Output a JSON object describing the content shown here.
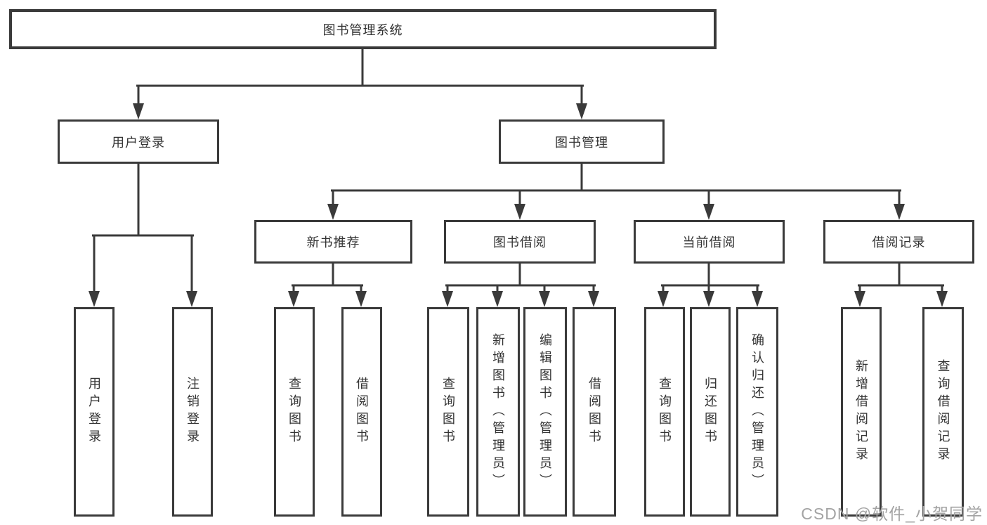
{
  "diagram": {
    "root": {
      "label": "图书管理系统"
    },
    "branches": [
      {
        "label": "用户登录",
        "children": [
          {
            "label": "用户登录"
          },
          {
            "label": "注销登录"
          }
        ]
      },
      {
        "label": "图书管理",
        "children": [
          {
            "label": "新书推荐",
            "children": [
              {
                "label": "查询图书"
              },
              {
                "label": "借阅图书"
              }
            ]
          },
          {
            "label": "图书借阅",
            "children": [
              {
                "label": "查询图书"
              },
              {
                "label": "新增图书（管理员）"
              },
              {
                "label": "编辑图书（管理员）"
              },
              {
                "label": "借阅图书"
              }
            ]
          },
          {
            "label": "当前借阅",
            "children": [
              {
                "label": "查询图书"
              },
              {
                "label": "归还图书"
              },
              {
                "label": "确认归还（管理员）"
              }
            ]
          },
          {
            "label": "借阅记录",
            "children": [
              {
                "label": "新增借阅记录"
              },
              {
                "label": "查询借阅记录"
              }
            ]
          }
        ]
      }
    ]
  },
  "watermark": "CSDN @软件_小贺同学",
  "colors": {
    "line": "#3a3a3a",
    "text": "#333333",
    "watermark": "#a3a3a3",
    "background": "#ffffff"
  }
}
